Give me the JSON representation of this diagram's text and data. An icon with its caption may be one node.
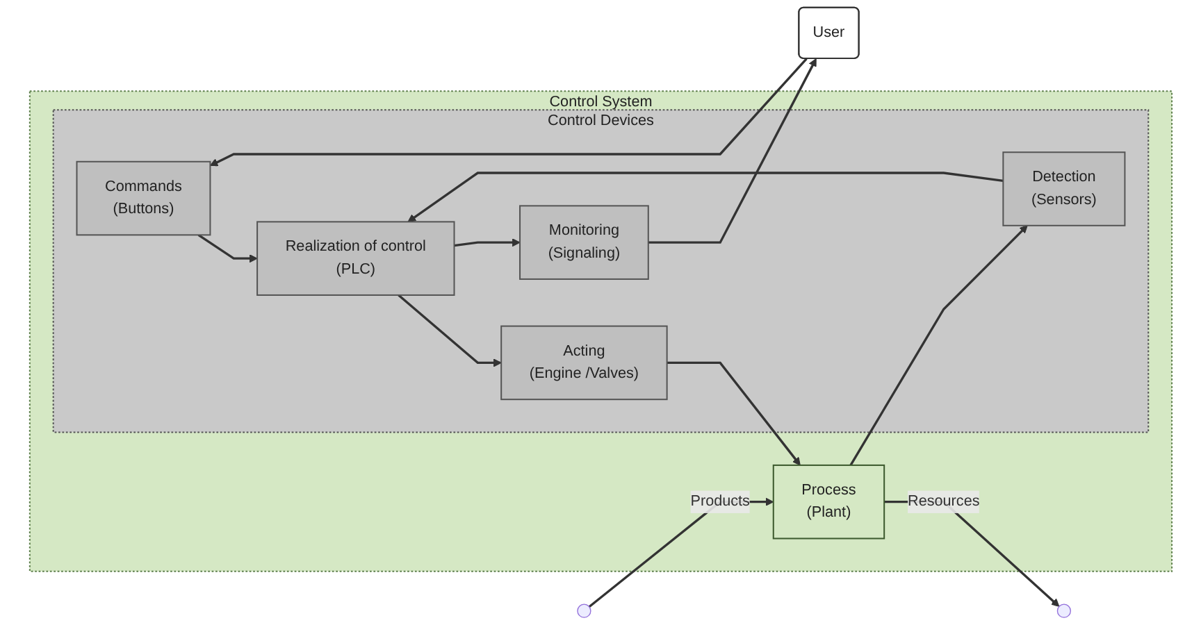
{
  "diagram": {
    "nodes": [
      {
        "text": [
          "Control System"
        ]
      },
      {
        "text": [
          "Control Devices"
        ],
        "in": 0
      },
      {
        "text": [
          "User"
        ]
      },
      {
        "text": [
          "Commands",
          "(Buttons)"
        ],
        "in": 1
      },
      {
        "text": [
          "Realization of control",
          "(PLC)"
        ],
        "in": 1
      },
      {
        "text": [
          "Acting",
          "(Engine /Valves)"
        ],
        "in": 1
      },
      {
        "text": [
          "Monitoring",
          "(Signaling)"
        ],
        "in": 1
      },
      {
        "text": [
          "Detection",
          "(Sensors)"
        ],
        "in": 1
      },
      {
        "text": [
          "Process",
          "(Plant)"
        ],
        "in": 0
      }
    ],
    "edges": [
      {
        "from": 2,
        "to": 3,
        "arrow": "to"
      },
      {
        "from": 3,
        "to": 4,
        "arrow": "to"
      },
      {
        "from": 4,
        "to": 5,
        "arrow": "to"
      },
      {
        "from": 5,
        "to": 8,
        "arrow": "to"
      },
      {
        "from": 8,
        "to": 7,
        "arrow": "to"
      },
      {
        "from": 7,
        "to": 4,
        "arrow": "to"
      },
      {
        "from": 4,
        "to": 6,
        "arrow": "to"
      },
      {
        "from": 6,
        "to": 2,
        "arrow": "to"
      },
      {
        "from": 8,
        "to": null,
        "arrow": "to",
        "label": "Resources"
      },
      {
        "from": null,
        "to": 8,
        "arrow": "to",
        "label": "Products"
      }
    ]
  }
}
